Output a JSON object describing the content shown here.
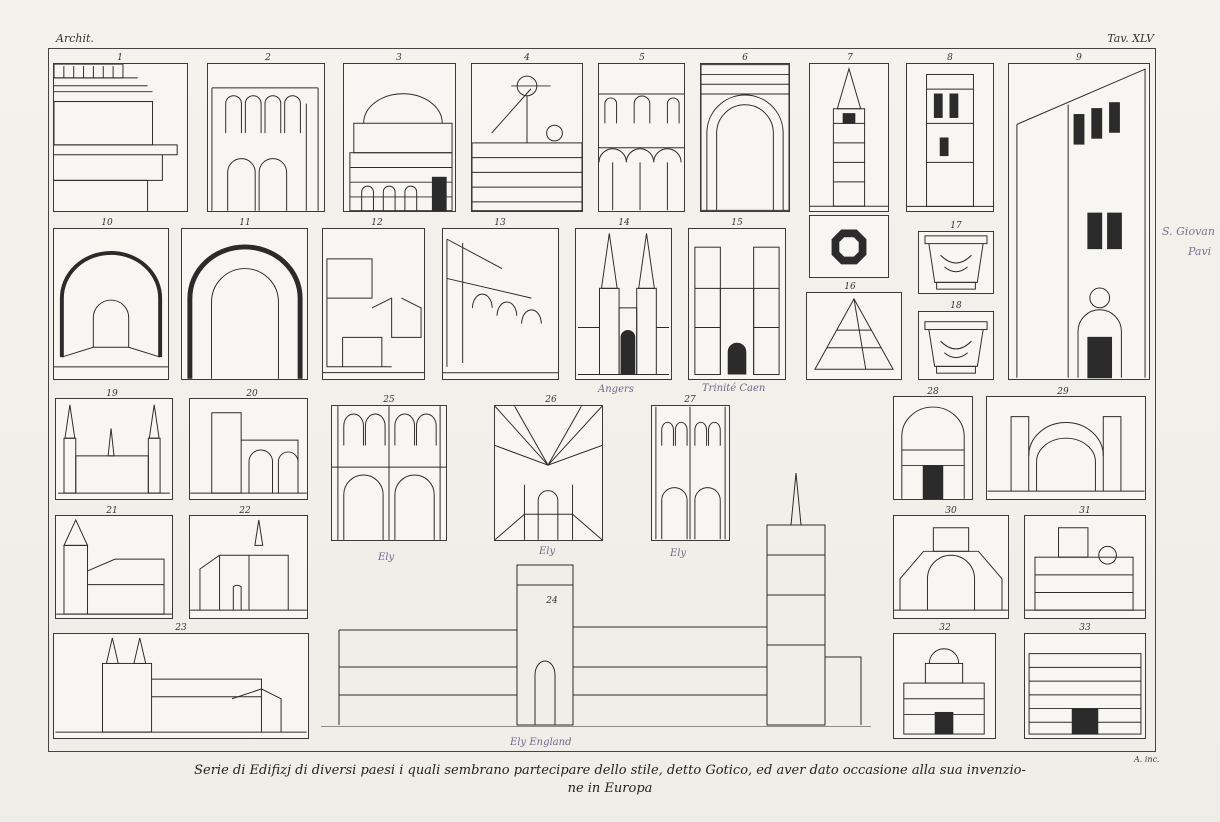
{
  "plate": {
    "header_left": "Archit.",
    "header_right": "Tav. XLV",
    "caption_line1": "Serie di Edifizj di diversi paesi i quali sembrano partecipare dello stile, detto Gotico, ed aver dato occasione alla sua invenzio-",
    "caption_line2": "ne in Europa",
    "engraver": "A. inc.",
    "margin_note_line1": "S. Giovan",
    "margin_note_line2": "Pavi"
  },
  "figure_numbers": [
    "1",
    "2",
    "3",
    "4",
    "5",
    "6",
    "7",
    "8",
    "9",
    "10",
    "11",
    "12",
    "13",
    "14",
    "15",
    "16",
    "17",
    "18",
    "19",
    "20",
    "21",
    "22",
    "23",
    "24",
    "25",
    "26",
    "27",
    "28",
    "29",
    "30",
    "31",
    "32",
    "33"
  ],
  "handwritten_labels": {
    "angers": "Angers",
    "trinite_caen": "Trinité Caen",
    "ely_25": "Ely",
    "ely_26": "Ely",
    "ely_27": "Ely",
    "ely_england": "Ely England"
  },
  "colors": {
    "ink": "#2b2b2b",
    "paper": "#f4f2ed",
    "pencil": "#6f6a8a"
  }
}
